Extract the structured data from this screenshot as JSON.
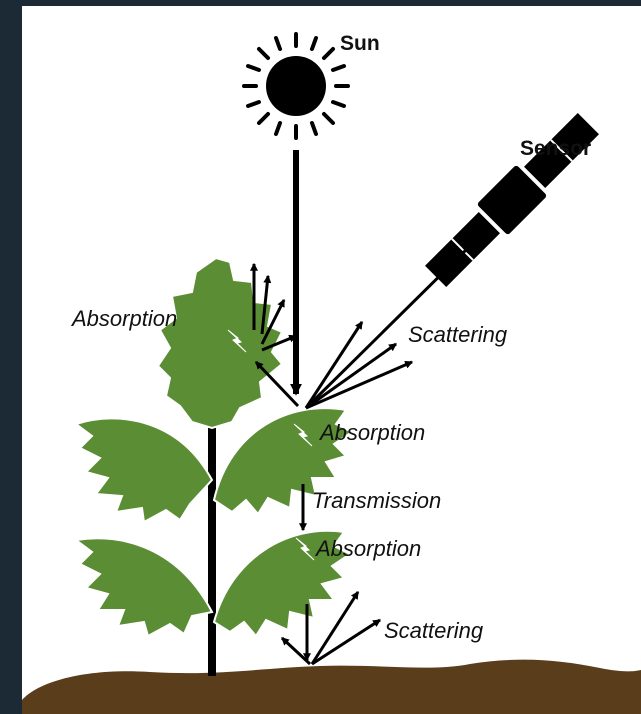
{
  "labels": {
    "sun": "Sun",
    "sensor": "Sensor",
    "absorption_upper": "Absorption",
    "scattering_upper": "Scattering",
    "absorption_mid": "Absorption",
    "transmission": "Transmission",
    "absorption_lower": "Absorption",
    "scattering_ground": "Scattering"
  },
  "colors": {
    "frame": "#1b2a35",
    "background": "#ffffff",
    "leaf": "#5b8d35",
    "soil": "#5a3e1b",
    "ink": "#000000"
  },
  "icons": [
    "sun-icon",
    "satellite-sensor-icon",
    "plant-icon",
    "soil-ground",
    "lightning-icon"
  ]
}
